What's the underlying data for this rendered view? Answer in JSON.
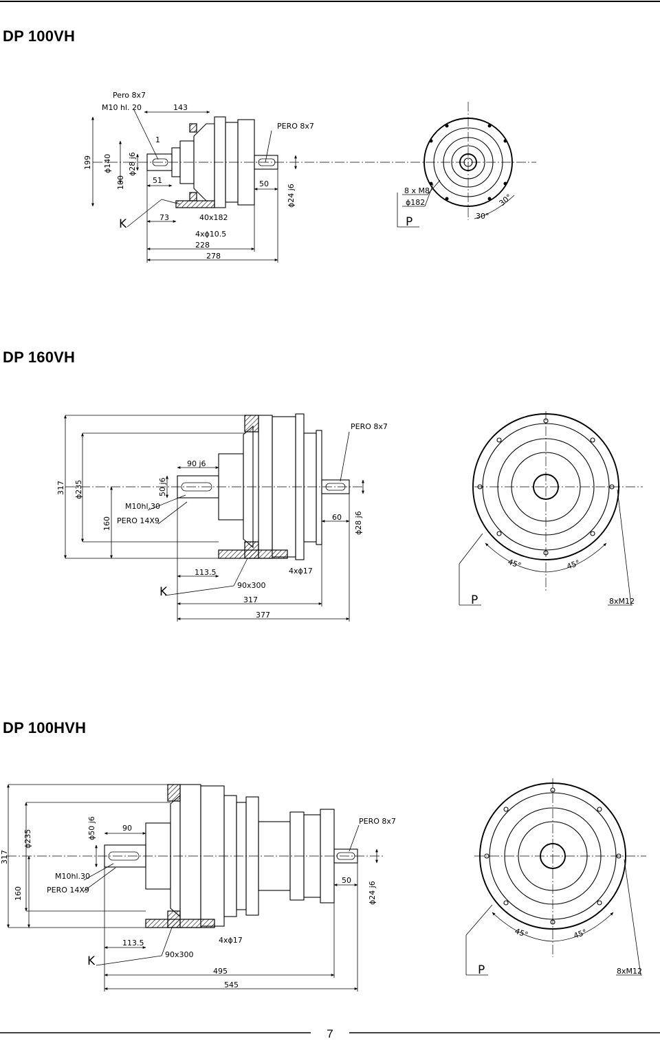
{
  "sections": [
    {
      "title": "DP 100VH",
      "side_view_labels": {
        "key_top": "Pero 8x7",
        "thread": "M10 hl. 20",
        "len_143": "143",
        "len_1": "1",
        "key_right": "PERO 8x7",
        "h199": "199",
        "d140": "ϕ140",
        "h100": "100",
        "d28": "ϕ28 j6",
        "len_51": "51",
        "len_50": "50",
        "d24": "ϕ24 j6",
        "K": "K",
        "len_73": "73",
        "slot": "40x182",
        "holes": "4xϕ10.5",
        "len_228": "228",
        "len_278": "278"
      },
      "front_view_labels": {
        "thread": "8 x M8",
        "pcd": "ϕ182",
        "P": "P",
        "angle1": "30°",
        "angle2": "30°"
      }
    },
    {
      "title": "DP 160VH",
      "side_view_labels": {
        "key_right": "PERO 8x7",
        "shaft": "90 j6",
        "h317": "317",
        "d235": "ϕ235",
        "d50": "50 j6",
        "thread": "M10hl.30",
        "h160": "160",
        "key_left": "PERO 14X9",
        "len_60": "60",
        "d28": "ϕ28 j6",
        "len_113": "113.5",
        "holes": "4xϕ17",
        "K": "K",
        "slot": "90x300",
        "len_317": "317",
        "len_377": "377"
      },
      "front_view_labels": {
        "angle1": "45°",
        "angle2": "45°",
        "P": "P",
        "thread": "8xM12"
      }
    },
    {
      "title": "DP 100HVH",
      "side_view_labels": {
        "d50": "ϕ50 j6",
        "len_90": "90",
        "key_right": "PERO 8x7",
        "h317": "317",
        "d235": "ϕ235",
        "thread": "M10hl.30",
        "h160": "160",
        "key_left": "PERO 14X9",
        "len_50": "50",
        "d24": "ϕ24 j6",
        "len_113": "113.5",
        "holes": "4xϕ17",
        "K": "K",
        "slot": "90x300",
        "len_495": "495",
        "len_545": "545"
      },
      "front_view_labels": {
        "angle1": "45°",
        "angle2": "45°",
        "P": "P",
        "thread": "8xM12"
      }
    }
  ],
  "page_number": "7"
}
